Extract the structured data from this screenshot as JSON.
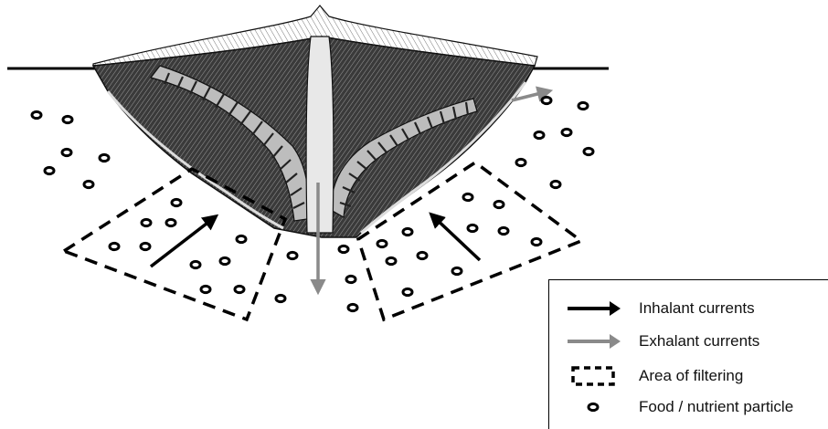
{
  "legend": {
    "inhalant_label": "Inhalant currents",
    "exhalant_label": "Exhalant currents",
    "filtering_label": "Area of filtering",
    "particle_label": "Food / nutrient particle"
  },
  "colors": {
    "inhalant_arrow": "#000000",
    "exhalant_arrow": "#8a8a8a",
    "shell_shading": "#2b2b2b",
    "shell_outline": "#111111"
  },
  "icons": {
    "inhalant": "black-arrow-icon",
    "exhalant": "gray-arrow-icon",
    "filtering": "dashed-rectangle-icon",
    "particle": "ring-particle-icon"
  }
}
